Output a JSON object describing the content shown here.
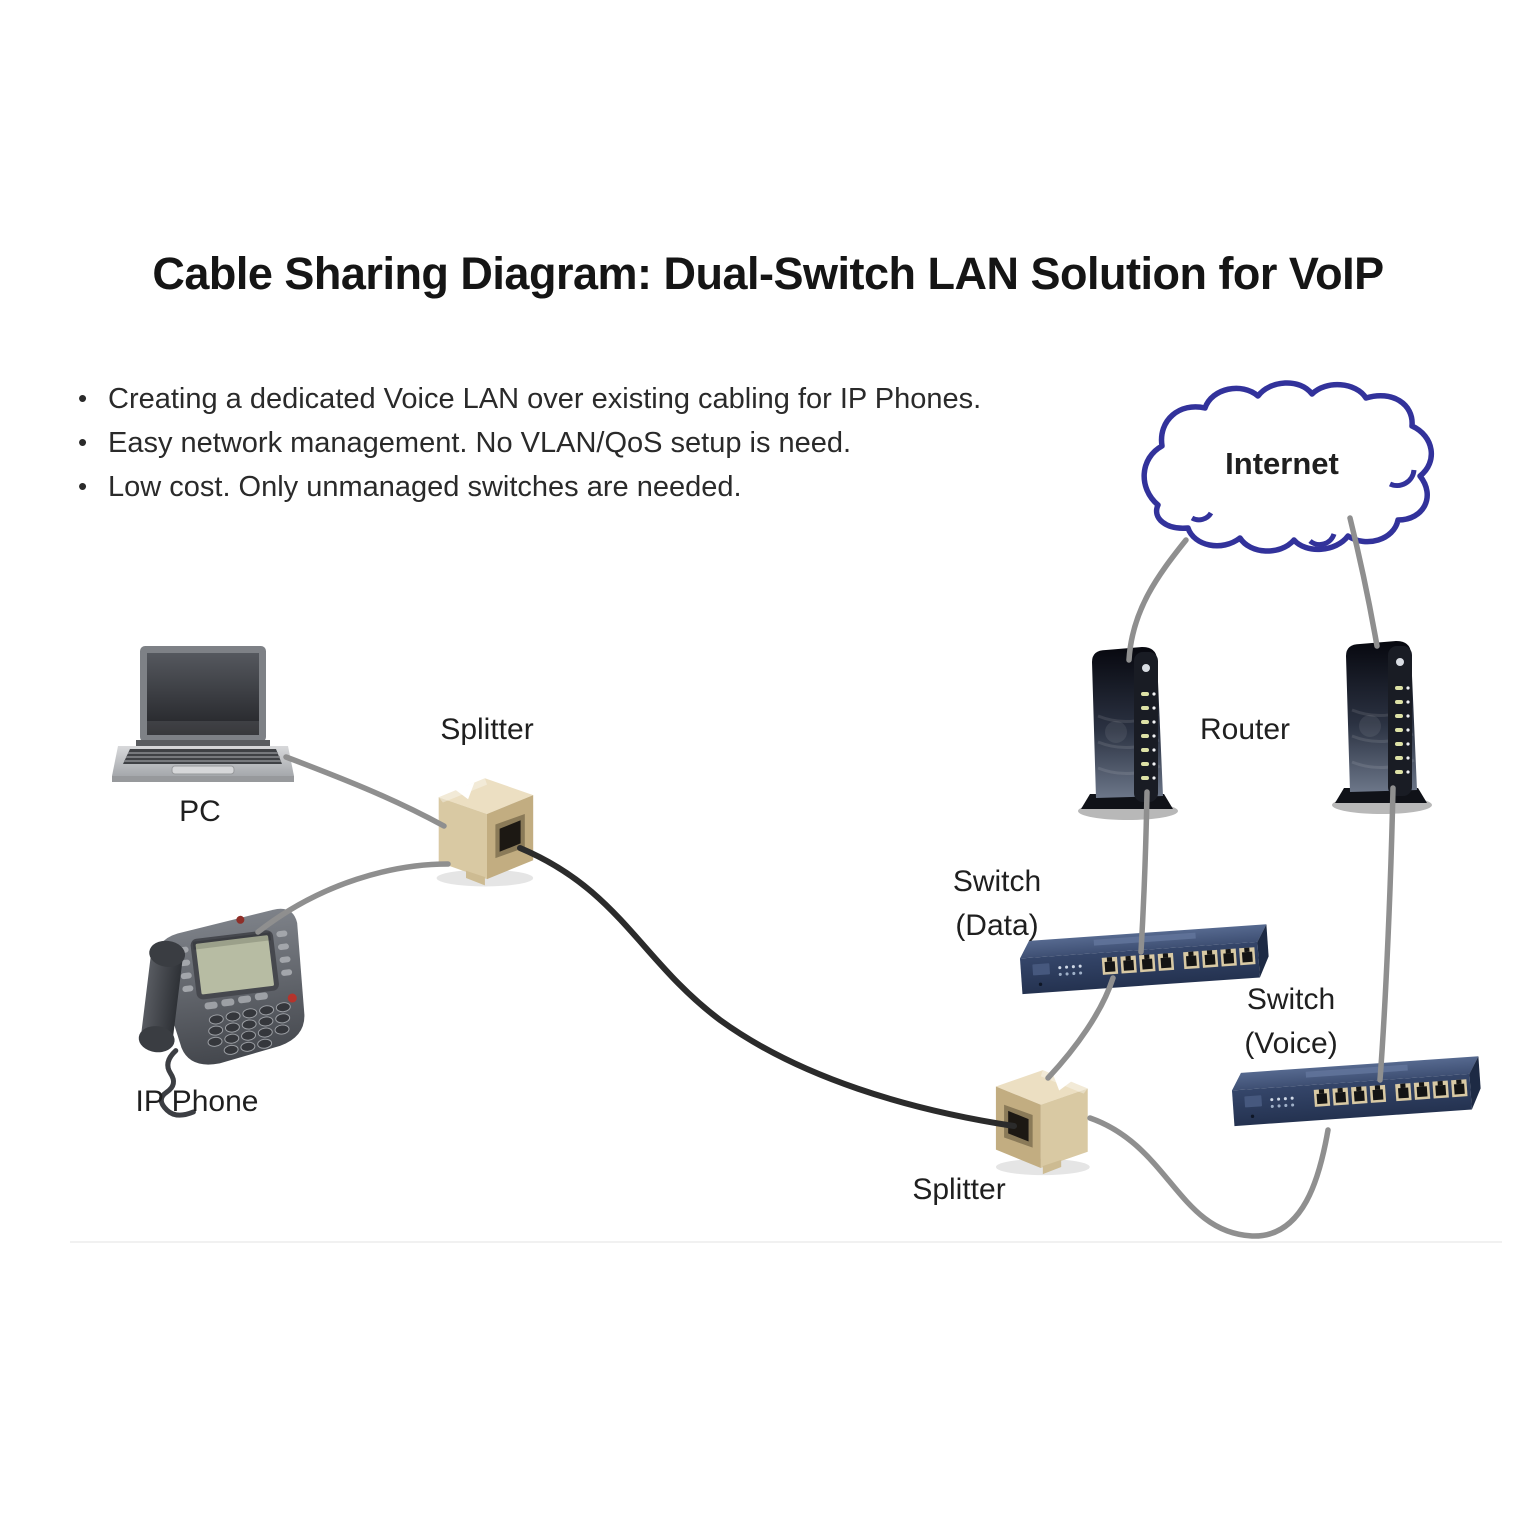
{
  "title": "Cable Sharing Diagram: Dual-Switch LAN Solution for VoIP",
  "bullets": [
    "Creating a dedicated Voice LAN over existing cabling for IP Phones.",
    "Easy network management. No VLAN/QoS setup is need.",
    "Low cost. Only unmanaged switches are needed."
  ],
  "labels": {
    "internet": "Internet",
    "router": "Router",
    "pc": "PC",
    "ip_phone": "IP Phone",
    "splitter_top": "Splitter",
    "splitter_bottom": "Splitter",
    "switch_data_line1": "Switch",
    "switch_data_line2": "(Data)",
    "switch_voice_line1": "Switch",
    "switch_voice_line2": "(Voice)"
  },
  "colors": {
    "cloud_outline": "#32329b",
    "cable_gray": "#8f8f8f",
    "cable_dark": "#2b2b2b",
    "splitter_beige": "#d9c9a3",
    "switch_body": "#2e3e5f",
    "router_body": "#0b0e18",
    "text": "#1f1f1f"
  }
}
